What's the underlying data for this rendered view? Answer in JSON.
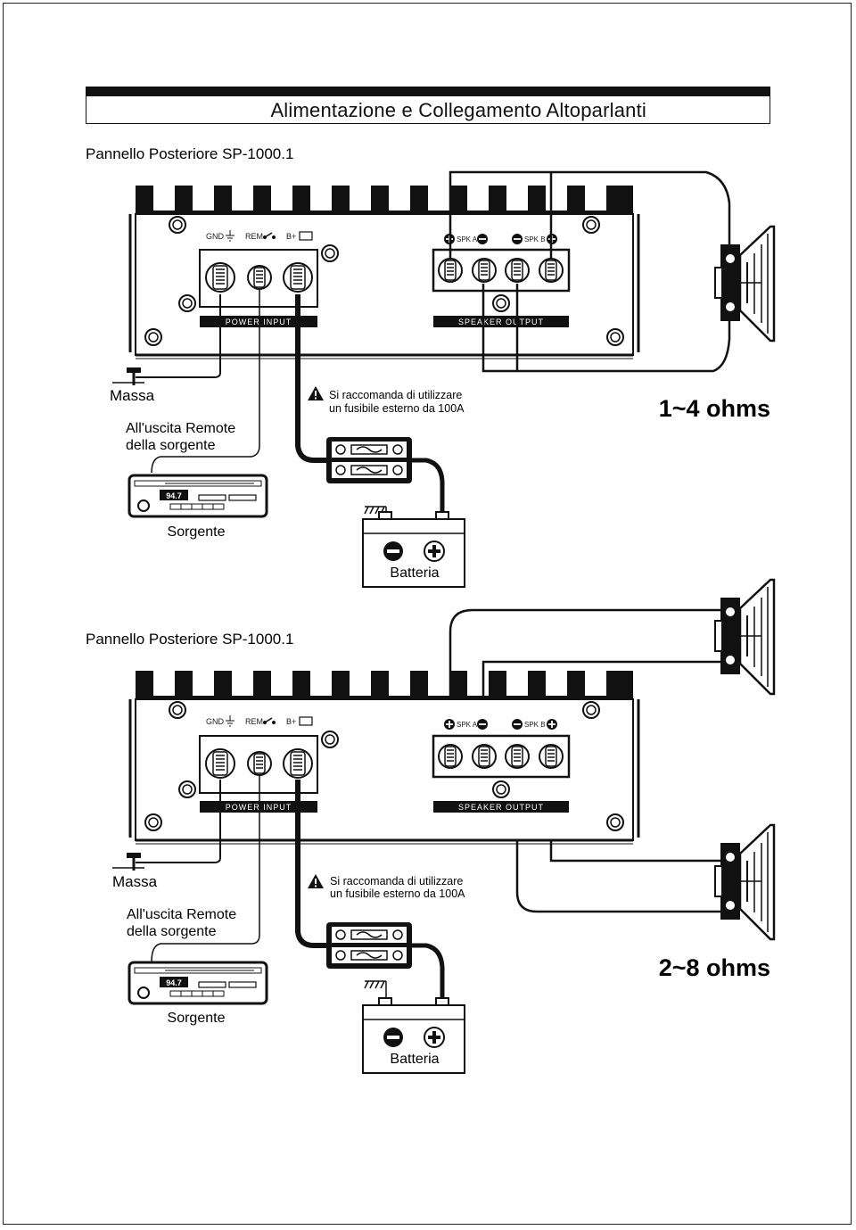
{
  "title": "Alimentazione e Collegamento Altoparlanti",
  "panels": [
    {
      "panel_label": "Pannello Posteriore SP-1000.1",
      "terminals": {
        "gnd": "GND",
        "rem": "REM",
        "bplus": "B+",
        "spk_a": "SPK A",
        "spk_b": "SPK B"
      },
      "power_input": "POWER INPUT",
      "speaker_output": "SPEAKER OUTPUT",
      "ground_label": "Massa",
      "remote_label_1": "All'uscita Remote",
      "remote_label_2": "della sorgente",
      "fuse_note_1": "Si raccomanda di utilizzare",
      "fuse_note_2": "un fusibile esterno da 100A",
      "source_label": "Sorgente",
      "source_display": "94.7",
      "battery_label": "Batteria",
      "impedance": "1~4 ohms"
    },
    {
      "panel_label": "Pannello Posteriore SP-1000.1",
      "terminals": {
        "gnd": "GND",
        "rem": "REM",
        "bplus": "B+",
        "spk_a": "SPK A",
        "spk_b": "SPK B"
      },
      "power_input": "POWER INPUT",
      "speaker_output": "SPEAKER OUTPUT",
      "ground_label": "Massa",
      "remote_label_1": "All'uscita Remote",
      "remote_label_2": "della sorgente",
      "fuse_note_1": "Si raccomanda di utilizzare",
      "fuse_note_2": "un fusibile esterno da 100A",
      "source_label": "Sorgente",
      "source_display": "94.7",
      "battery_label": "Batteria",
      "impedance": "2~8 ohms"
    }
  ]
}
